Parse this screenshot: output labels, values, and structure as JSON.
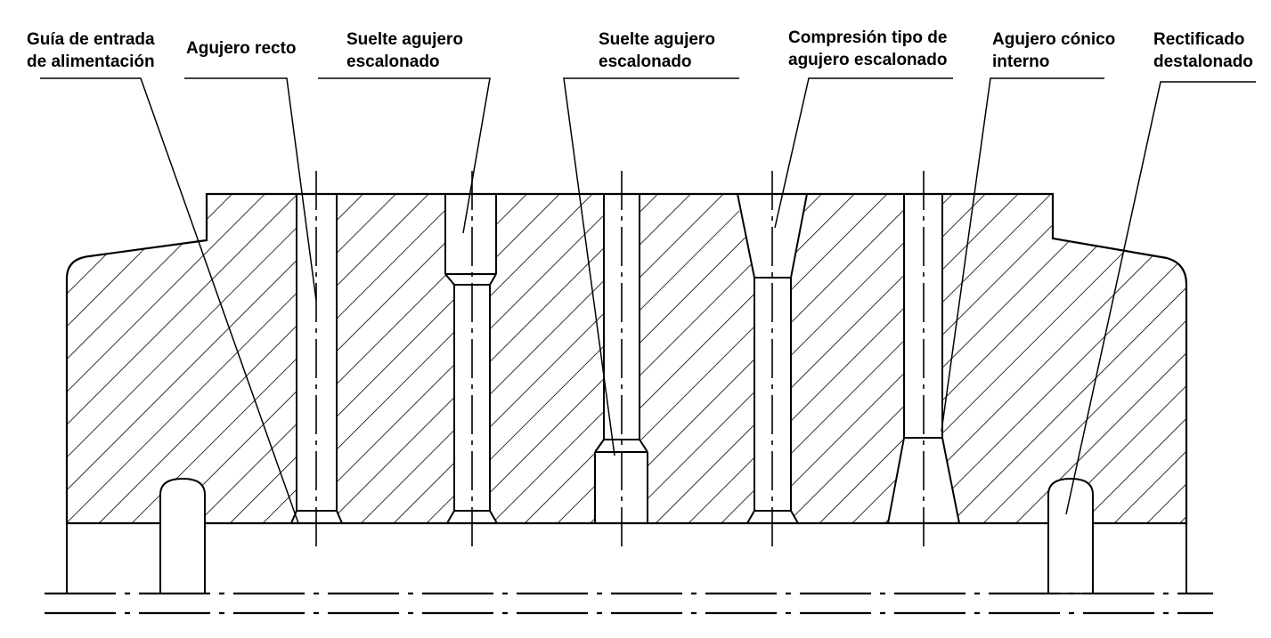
{
  "labels": {
    "feed_guide": [
      "Guía de entrada",
      "de alimentación"
    ],
    "straight_hole": [
      "Agujero recto"
    ],
    "stepped_loose_1": [
      "Suelte agujero",
      "escalonado"
    ],
    "stepped_loose_2": [
      "Suelte agujero",
      "escalonado"
    ],
    "stepped_compression": [
      "Compresión tipo de",
      "agujero escalonado"
    ],
    "internal_conical": [
      "Agujero cónico",
      "interno"
    ],
    "relief_grinding": [
      "Rectificado",
      "destalonado"
    ]
  },
  "colors": {
    "ink": "#000000",
    "background": "#ffffff"
  }
}
